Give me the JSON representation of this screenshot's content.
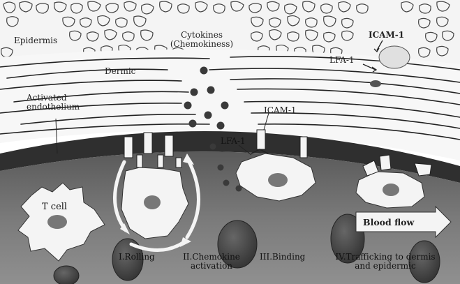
{
  "labels": {
    "epidermis": "Epidermis",
    "cytokines_line1": "Cytokines",
    "cytokines_line2": "(Chemokiness)",
    "dermic": "Dermic",
    "activated_line1": "Activated",
    "activated_line2": "endothelium",
    "icam_top": "ICAM-1",
    "lfa_top": "LFA-1",
    "icam_mid": "ICAM-1",
    "lfa_mid": "LFA-1",
    "t_cell": "T cell",
    "blood_flow": "Blood flow",
    "step1": "I.Rolling",
    "step2_line1": "II.Chemokine",
    "step2_line2": "activation",
    "step3": "III.Binding",
    "step4_line1": "IV.Trafficking to dermis",
    "step4_line2": "and epidermic"
  }
}
